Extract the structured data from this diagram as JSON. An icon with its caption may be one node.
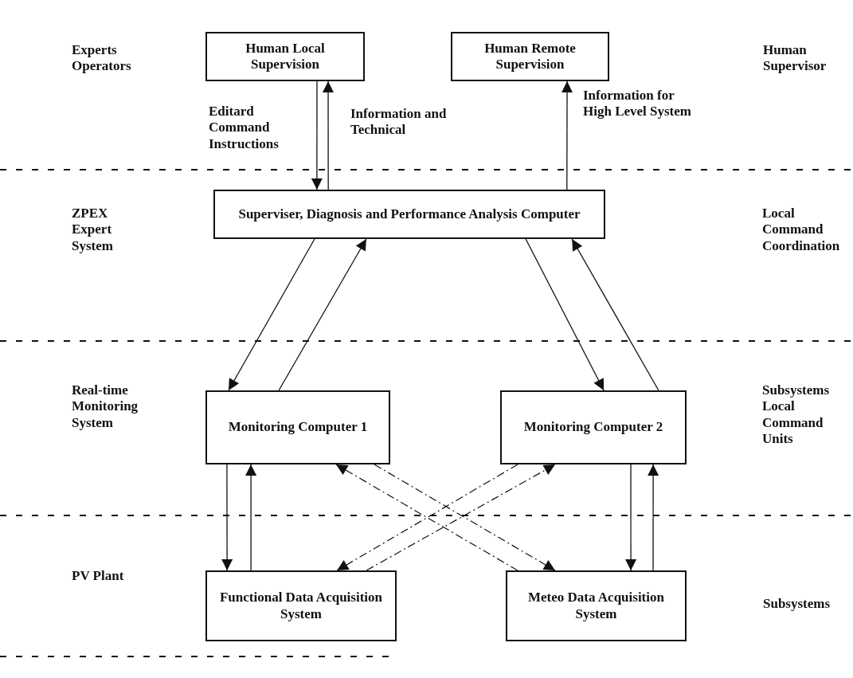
{
  "diagram": {
    "nodes": [
      {
        "text": [
          "Human Local Supervision"
        ]
      },
      {
        "text": [
          "Human Remote Supervision"
        ]
      },
      {
        "text": [
          "Superviser, Diagnosis and Performance Analysis Computer"
        ]
      },
      {
        "text": [
          "Monitoring Computer 1"
        ]
      },
      {
        "text": [
          "Monitoring Computer 2"
        ]
      },
      {
        "text": [
          "Functional Data Acquisition System"
        ]
      },
      {
        "text": [
          "Meteo Data Acquisition System"
        ]
      }
    ],
    "edges": [
      {
        "from": 0,
        "to": 2,
        "arrow": "to",
        "label": "Editard Command Instructions"
      },
      {
        "from": 2,
        "to": 0,
        "arrow": "to",
        "label": "Information and Technical"
      },
      {
        "from": 2,
        "to": 1,
        "arrow": "to",
        "label": "Information for High Level System"
      },
      {
        "from": 2,
        "to": 3,
        "arrow": "to"
      },
      {
        "from": 3,
        "to": 2,
        "arrow": "to"
      },
      {
        "from": 2,
        "to": 4,
        "arrow": "to"
      },
      {
        "from": 4,
        "to": 2,
        "arrow": "to"
      },
      {
        "from": 3,
        "to": 5,
        "arrow": "to"
      },
      {
        "from": 5,
        "to": 3,
        "arrow": "to"
      },
      {
        "from": 4,
        "to": 6,
        "arrow": "to"
      },
      {
        "from": 6,
        "to": 4,
        "arrow": "to"
      },
      {
        "from": 6,
        "to": 3,
        "arrow": "to",
        "style": "dashed"
      },
      {
        "from": 3,
        "to": 6,
        "arrow": "to",
        "style": "dashed"
      },
      {
        "from": 5,
        "to": 4,
        "arrow": "to",
        "style": "dashed"
      },
      {
        "from": 4,
        "to": 5,
        "arrow": "to",
        "style": "dashed"
      }
    ],
    "labels": [
      "Experts Operators",
      "Human Supervisor",
      "ZPEX Expert System",
      "Local Command Coordination",
      "Real-time Monitoring System",
      "Subsystems Local Command Units",
      "PV Plant",
      "Subsystems"
    ]
  }
}
